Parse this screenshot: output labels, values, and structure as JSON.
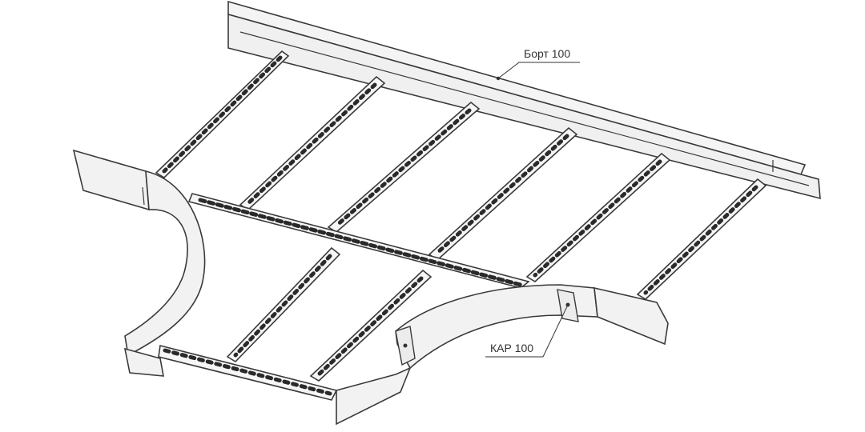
{
  "diagram": {
    "callouts": [
      {
        "id": "bort",
        "label": "Борт 100"
      },
      {
        "id": "kar",
        "label": "КАР 100"
      }
    ],
    "colors": {
      "line": "#3a3a3a",
      "surface": "#f2f2f2",
      "hole": "#2a2a2a",
      "background": "#ffffff"
    }
  }
}
